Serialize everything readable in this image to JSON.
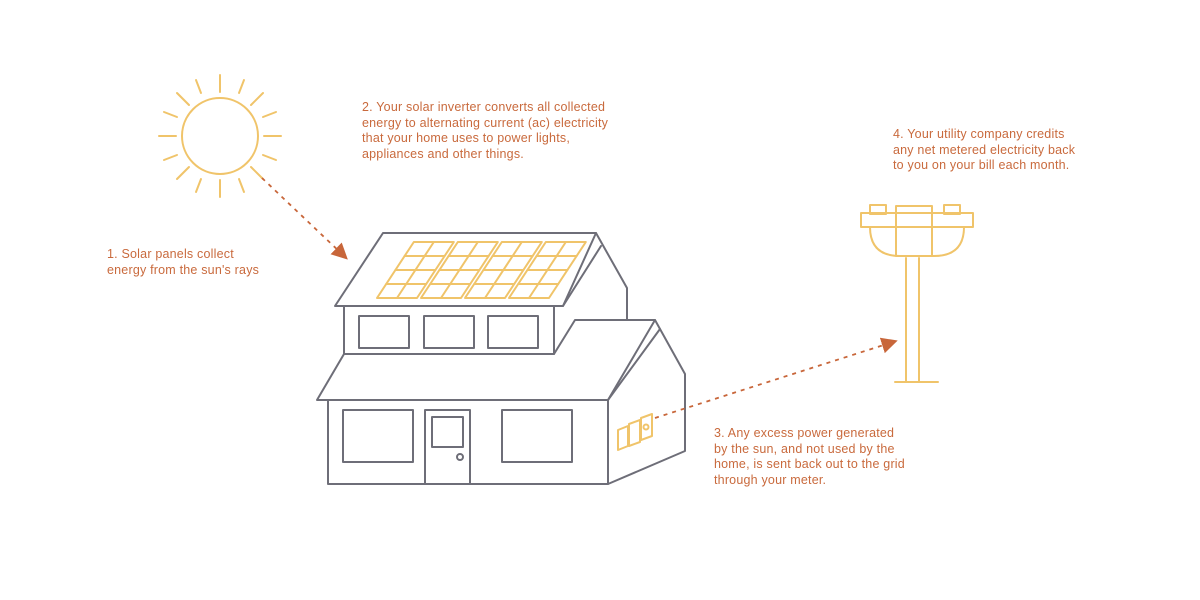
{
  "steps": [
    {
      "text": "1. Solar panels collect\nenergy from the sun's rays"
    },
    {
      "text": "2. Your solar inverter converts all collected\nenergy to alternating current (ac) electricity\nthat your home uses to power lights,\nappliances and other things."
    },
    {
      "text": "3. Any excess power generated\nby the sun, and not used by the\nhome, is sent back out to the grid\nthrough your meter."
    },
    {
      "text": "4. Your utility company credits\nany net metered electricity back\nto you on your bill each month."
    }
  ],
  "colors": {
    "text": "#c96a3d",
    "arrow": "#c8663a",
    "outline": "#6e6e78",
    "accent": "#f0c46a"
  },
  "icons": [
    "sun-icon",
    "house-icon",
    "solar-panel-icon",
    "meter-icon",
    "utility-pole-icon",
    "arrow-icon"
  ]
}
